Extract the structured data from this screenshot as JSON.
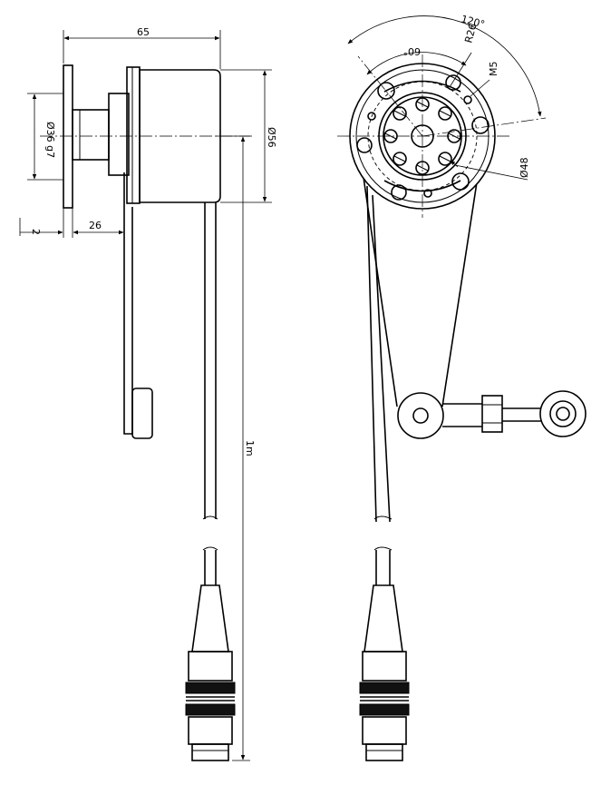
{
  "labels": {
    "width_65": "65",
    "flange_dia": "Ø36 g7",
    "body_dia": "Ø56",
    "offset_2": "2",
    "offset_26": "26",
    "cable_len": "1m",
    "angle_120": "120°",
    "angle_60": "60°",
    "radius": "R26",
    "thread": "M5",
    "bolt_circle": "Ø48"
  }
}
